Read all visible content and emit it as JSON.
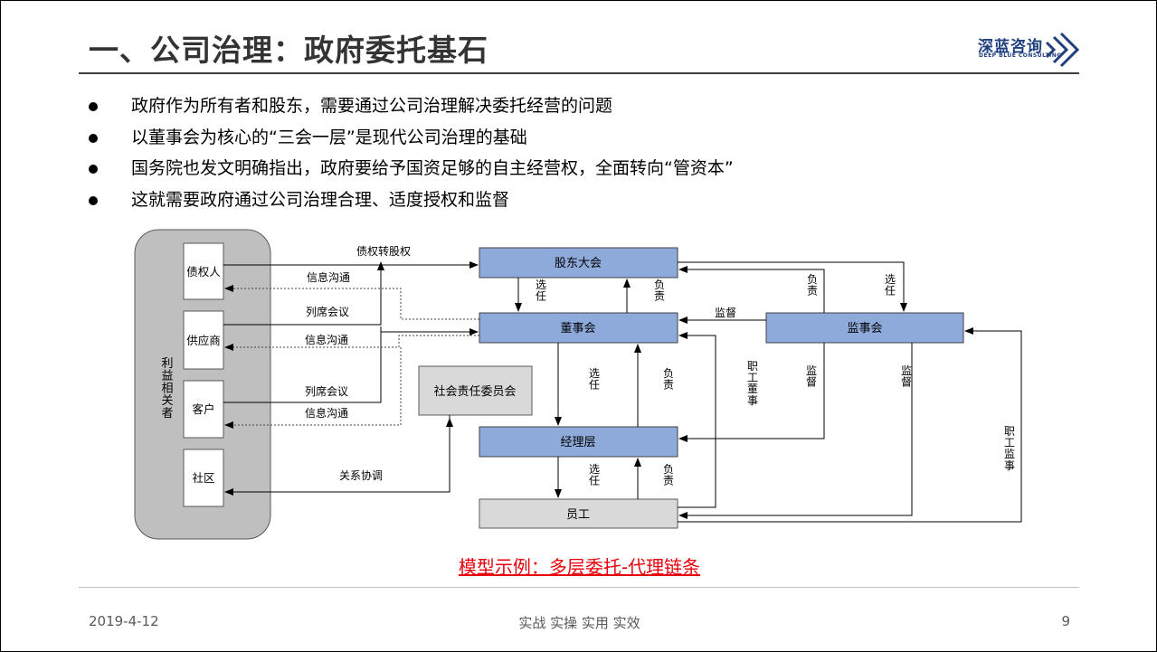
{
  "title": "一、公司治理：政府委托基石",
  "logo": {
    "name": "深蓝咨询",
    "sub": "DEEP BLUE CONSULTING",
    "accent": "#1f3f7f"
  },
  "bullets": [
    "政府作为所有者和股东，需要通过公司治理解决委托经营的问题",
    "以董事会为核心的“三会一层”是现代公司治理的基础",
    "国务院也发文明确指出，政府要给予国资足够的自主经营权，全面转向“管资本”",
    "这就需要政府通过公司治理合理、适度授权和监督"
  ],
  "diagram": {
    "stakeholder_group": "利益相关者",
    "stakeholders": [
      "债权人",
      "供应商",
      "客户",
      "社区"
    ],
    "nodes": {
      "shareholders_meeting": "股东大会",
      "board": "董事会",
      "supervisory_board": "监事会",
      "management": "经理层",
      "employees": "员工",
      "csr_committee": "社会责任委员会"
    },
    "edge_labels": {
      "debt_to_equity": "债权转股权",
      "info_communication_1": "信息沟通",
      "attend_meeting_1": "列席会议",
      "info_communication_2": "信息沟通",
      "attend_meeting_2": "列席会议",
      "info_communication_3": "信息沟通",
      "relation_coordination": "关系协调",
      "elect_1": "选任",
      "responsible_1": "负责",
      "supervise_board": "监督",
      "responsible_2": "负责",
      "elect_2": "选任",
      "elect_3": "选任",
      "responsible_3": "负责",
      "employee_director": "职工董事",
      "supervise_1": "监督",
      "supervise_2": "监督",
      "elect_4": "选任",
      "responsible_4": "负责",
      "employee_supervisor": "职工监事"
    },
    "colors": {
      "node_blue": "#8eaadb",
      "node_gray": "#d9d9d9",
      "group_gray": "#bfbfbf"
    }
  },
  "caption": "模型示例：多层委托-代理链条",
  "footer": {
    "date": "2019-4-12",
    "slogan": "实战  实操  实用  实效",
    "page": "9"
  }
}
